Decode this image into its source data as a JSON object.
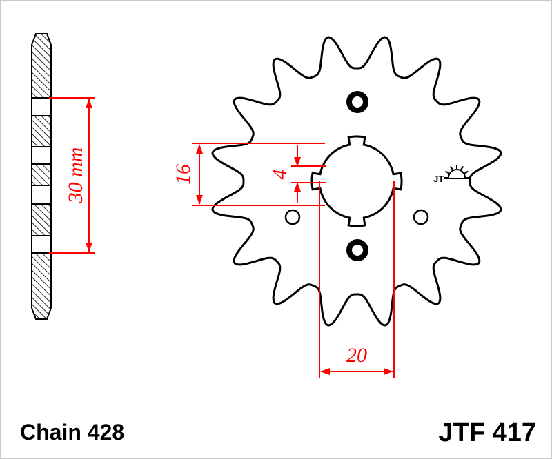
{
  "page": {
    "background": "#ffffff",
    "border": "#c9c9c9"
  },
  "colors": {
    "outline": "#000000",
    "dimension": "#ff0000",
    "fill": "#ffffff"
  },
  "labels": {
    "chain": "Chain 428",
    "part_number": "JTF 417"
  },
  "dimensions": {
    "hub_width": "30 mm",
    "spline_span": "16",
    "spline_depth": "4",
    "bore_diameter": "20"
  },
  "logo": {
    "text": "JT"
  }
}
